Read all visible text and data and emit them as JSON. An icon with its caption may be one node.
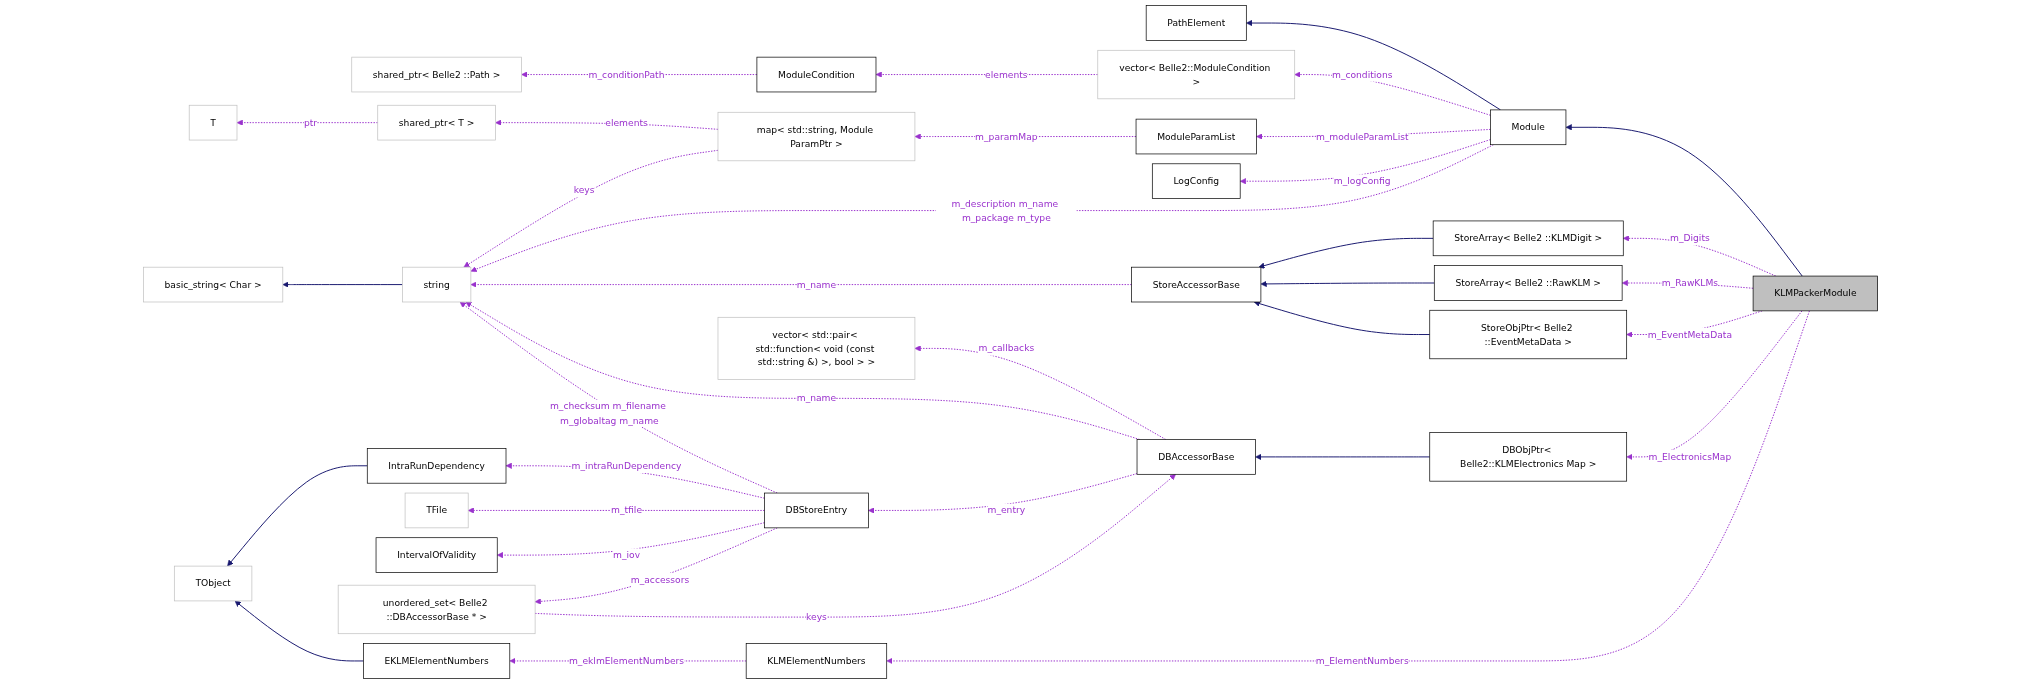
{
  "diagram": {
    "nodes": [
      {
        "text": [
          "KLMPackerModule"
        ]
      },
      {
        "text": [
          "Module"
        ]
      },
      {
        "text": [
          "PathElement"
        ]
      },
      {
        "text": [
          "ModuleParamList"
        ]
      },
      {
        "text": [
          "LogConfig"
        ]
      },
      {
        "text": [
          "vector< Belle2::ModuleCondition >"
        ]
      },
      {
        "text": [
          "ModuleCondition"
        ]
      },
      {
        "text": [
          "shared_ptr< Belle2 ::Path >"
        ]
      },
      {
        "text": [
          "map< std::string, Module ParamPtr >"
        ]
      },
      {
        "text": [
          "shared_ptr< T >"
        ]
      },
      {
        "text": [
          "T"
        ]
      },
      {
        "text": [
          "string"
        ]
      },
      {
        "text": [
          "basic_string< Char >"
        ]
      },
      {
        "text": [
          "StoreArray< Belle2 ::KLMDigit >"
        ]
      },
      {
        "text": [
          "StoreArray< Belle2 ::RawKLM >"
        ]
      },
      {
        "text": [
          "StoreObjPtr< Belle2 ::EventMetaData >"
        ]
      },
      {
        "text": [
          "StoreAccessorBase"
        ]
      },
      {
        "text": [
          "DBObjPtr< Belle2::KLMElectronics Map >"
        ]
      },
      {
        "text": [
          "DBAccessorBase"
        ]
      },
      {
        "text": [
          "vector< std::pair< std::function< void (const std::string &) >, bool > >"
        ]
      },
      {
        "text": [
          "DBStoreEntry"
        ]
      },
      {
        "text": [
          "unordered_set< Belle2 ::DBAccessorBase * >"
        ]
      },
      {
        "text": [
          "IntraRunDependency"
        ]
      },
      {
        "text": [
          "TFile"
        ]
      },
      {
        "text": [
          "IntervalOfValidity"
        ]
      },
      {
        "text": [
          "TObject"
        ]
      },
      {
        "text": [
          "EKLMElementNumbers"
        ]
      },
      {
        "text": [
          "KLMElementNumbers"
        ]
      }
    ],
    "edges": [
      {
        "from": 0,
        "to": 1,
        "arrow": "to",
        "color": "#191970"
      },
      {
        "from": 0,
        "to": 13,
        "arrow": "to",
        "style": "dashed",
        "label": "m_Digits"
      },
      {
        "from": 0,
        "to": 14,
        "arrow": "to",
        "style": "dashed",
        "label": "m_RawKLMs"
      },
      {
        "from": 0,
        "to": 15,
        "arrow": "to",
        "style": "dashed",
        "label": "m_EventMetaData"
      },
      {
        "from": 0,
        "to": 17,
        "arrow": "to",
        "style": "dashed",
        "label": "m_ElectronicsMap"
      },
      {
        "from": 0,
        "to": 27,
        "arrow": "to",
        "style": "dashed",
        "label": "m_ElementNumbers"
      },
      {
        "from": 1,
        "to": 2,
        "arrow": "to",
        "color": "#191970"
      },
      {
        "from": 1,
        "to": 5,
        "arrow": "to",
        "style": "dashed",
        "label": "m_conditions"
      },
      {
        "from": 1,
        "to": 3,
        "arrow": "to",
        "style": "dashed",
        "label": "m_moduleParamList"
      },
      {
        "from": 1,
        "to": 4,
        "arrow": "to",
        "style": "dashed",
        "label": "m_logConfig"
      },
      {
        "from": 1,
        "to": 11,
        "arrow": "to",
        "style": "dashed",
        "label": "m_description m_name m_package m_type"
      },
      {
        "from": 5,
        "to": 6,
        "arrow": "to",
        "style": "dashed",
        "label": "elements"
      },
      {
        "from": 6,
        "to": 7,
        "arrow": "to",
        "style": "dashed",
        "label": "m_conditionPath"
      },
      {
        "from": 3,
        "to": 8,
        "arrow": "to",
        "style": "dashed",
        "label": "m_paramMap"
      },
      {
        "from": 8,
        "to": 9,
        "arrow": "to",
        "style": "dashed",
        "label": "elements"
      },
      {
        "from": 8,
        "to": 11,
        "arrow": "to",
        "style": "dashed",
        "label": "keys"
      },
      {
        "from": 9,
        "to": 10,
        "arrow": "to",
        "style": "dashed",
        "label": "ptr"
      },
      {
        "from": 11,
        "to": 12,
        "arrow": "to",
        "color": "#191970"
      },
      {
        "from": 13,
        "to": 16,
        "arrow": "to",
        "color": "#191970"
      },
      {
        "from": 14,
        "to": 16,
        "arrow": "to",
        "color": "#191970"
      },
      {
        "from": 15,
        "to": 16,
        "arrow": "to",
        "color": "#191970"
      },
      {
        "from": 16,
        "to": 11,
        "arrow": "to",
        "style": "dashed",
        "label": "m_name"
      },
      {
        "from": 17,
        "to": 18,
        "arrow": "to",
        "color": "#191970"
      },
      {
        "from": 18,
        "to": 19,
        "arrow": "to",
        "style": "dashed",
        "label": "m_callbacks"
      },
      {
        "from": 18,
        "to": 11,
        "arrow": "to",
        "style": "dashed",
        "label": "m_name"
      },
      {
        "from": 18,
        "to": 20,
        "arrow": "to",
        "style": "dashed",
        "label": "m_entry"
      },
      {
        "from": 21,
        "to": 18,
        "arrow": "to",
        "style": "dashed",
        "label": "keys"
      },
      {
        "from": 20,
        "to": 11,
        "arrow": "to",
        "style": "dashed",
        "label": "m_checksum m_filename m_globaltag m_name"
      },
      {
        "from": 20,
        "to": 22,
        "arrow": "to",
        "style": "dashed",
        "label": "m_intraRunDependency"
      },
      {
        "from": 20,
        "to": 23,
        "arrow": "to",
        "style": "dashed",
        "label": "m_tfile"
      },
      {
        "from": 20,
        "to": 24,
        "arrow": "to",
        "style": "dashed",
        "label": "m_iov"
      },
      {
        "from": 20,
        "to": 21,
        "arrow": "to",
        "style": "dashed",
        "label": "m_accessors"
      },
      {
        "from": 22,
        "to": 25,
        "arrow": "to",
        "color": "#191970"
      },
      {
        "from": 26,
        "to": 25,
        "arrow": "to",
        "color": "#191970"
      },
      {
        "from": 27,
        "to": 26,
        "arrow": "to",
        "style": "dashed",
        "label": "m_eklmElementNumbers"
      }
    ]
  }
}
